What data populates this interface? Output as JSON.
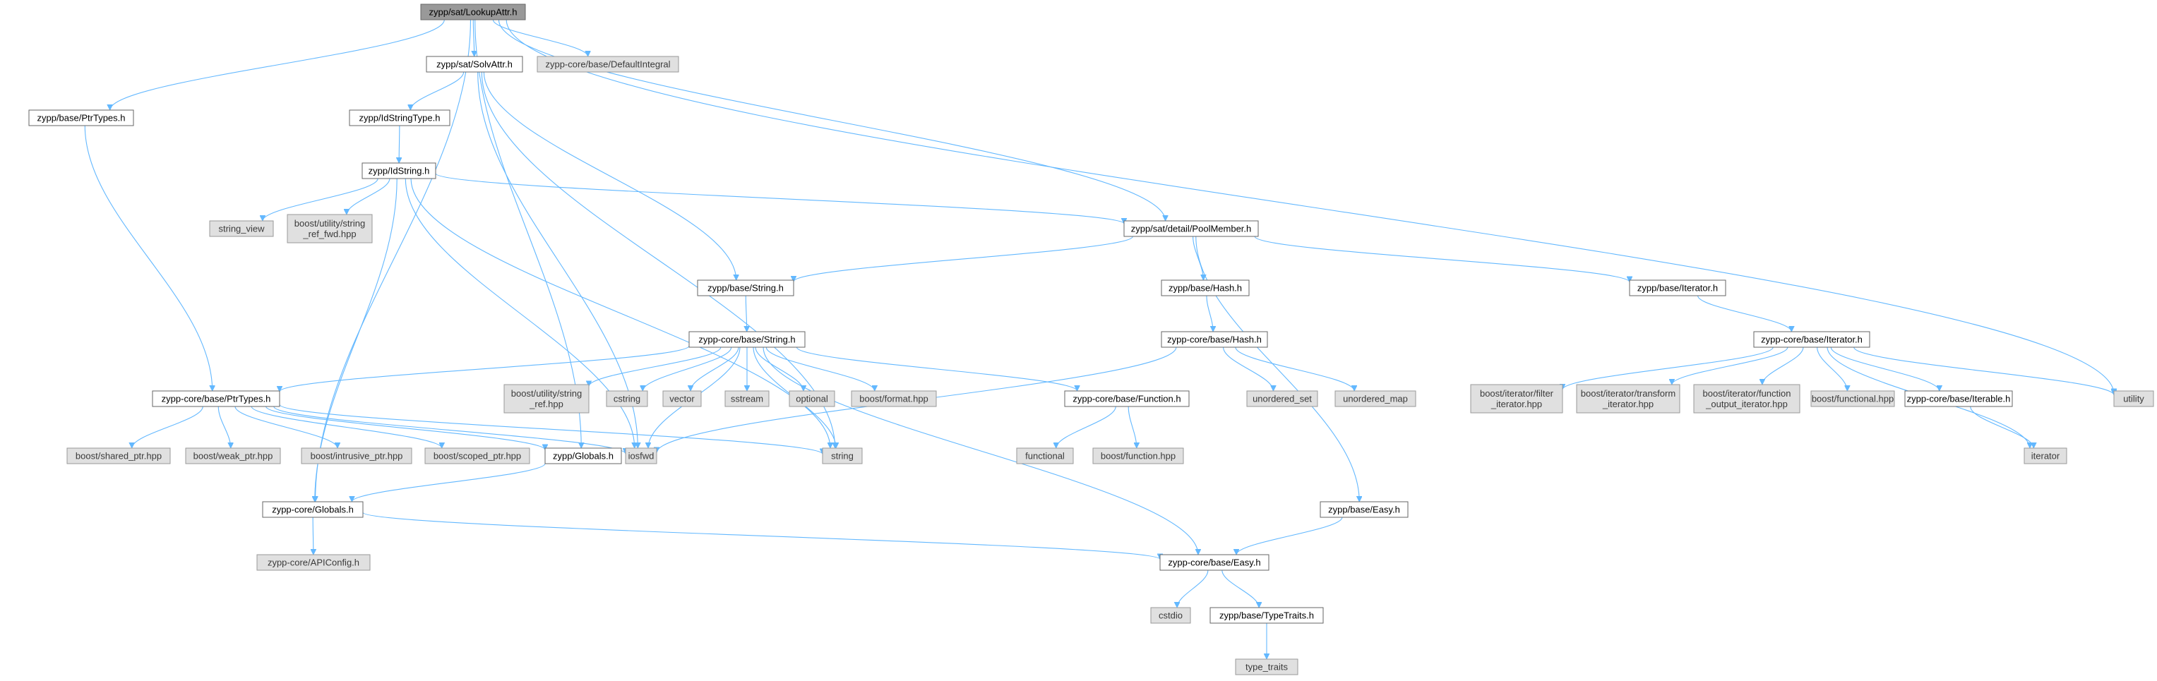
{
  "diagram": {
    "title": "",
    "colors": {
      "edge": "#63b8ff",
      "root_fill": "#999999",
      "internal_fill": "#ffffff",
      "external_fill": "#e0e0e0",
      "border": "#666666",
      "external_border": "#999999"
    },
    "nodes": [
      {
        "id": "lookupattr",
        "kind": "root",
        "label": "zypp/sat/LookupAttr.h"
      },
      {
        "id": "solvattr",
        "kind": "internal",
        "label": "zypp/sat/SolvAttr.h"
      },
      {
        "id": "defaultintegral",
        "kind": "external",
        "label": "zypp-core/base/DefaultIntegral"
      },
      {
        "id": "base_ptrtypes",
        "kind": "internal",
        "label": "zypp/base/PtrTypes.h"
      },
      {
        "id": "idstringtype",
        "kind": "internal",
        "label": "zypp/IdStringType.h"
      },
      {
        "id": "idstring",
        "kind": "internal",
        "label": "zypp/IdString.h"
      },
      {
        "id": "string_view",
        "kind": "external",
        "label": "string_view"
      },
      {
        "id": "string_ref_fwd",
        "kind": "external",
        "label": [
          "boost/utility/string",
          "_ref_fwd.hpp"
        ]
      },
      {
        "id": "poolmember",
        "kind": "internal",
        "label": "zypp/sat/detail/PoolMember.h"
      },
      {
        "id": "base_string",
        "kind": "internal",
        "label": "zypp/base/String.h"
      },
      {
        "id": "base_hash",
        "kind": "internal",
        "label": "zypp/base/Hash.h"
      },
      {
        "id": "base_iterator",
        "kind": "internal",
        "label": "zypp/base/Iterator.h"
      },
      {
        "id": "core_string",
        "kind": "internal",
        "label": "zypp-core/base/String.h"
      },
      {
        "id": "core_hash",
        "kind": "internal",
        "label": "zypp-core/base/Hash.h"
      },
      {
        "id": "core_iterator",
        "kind": "internal",
        "label": "zypp-core/base/Iterator.h"
      },
      {
        "id": "core_ptrtypes",
        "kind": "internal",
        "label": "zypp-core/base/PtrTypes.h"
      },
      {
        "id": "string_ref",
        "kind": "external",
        "label": [
          "boost/utility/string",
          "_ref.hpp"
        ]
      },
      {
        "id": "cstring",
        "kind": "external",
        "label": "cstring"
      },
      {
        "id": "vector",
        "kind": "external",
        "label": "vector"
      },
      {
        "id": "sstream",
        "kind": "external",
        "label": "sstream"
      },
      {
        "id": "optional",
        "kind": "external",
        "label": "optional"
      },
      {
        "id": "boost_format",
        "kind": "external",
        "label": "boost/format.hpp"
      },
      {
        "id": "core_function",
        "kind": "internal",
        "label": "zypp-core/base/Function.h"
      },
      {
        "id": "unordered_set",
        "kind": "external",
        "label": "unordered_set"
      },
      {
        "id": "unordered_map",
        "kind": "external",
        "label": "unordered_map"
      },
      {
        "id": "filter_iterator",
        "kind": "external",
        "label": [
          "boost/iterator/filter",
          "_iterator.hpp"
        ]
      },
      {
        "id": "transform_iterator",
        "kind": "external",
        "label": [
          "boost/iterator/transform",
          "_iterator.hpp"
        ]
      },
      {
        "id": "function_output_iterator",
        "kind": "external",
        "label": [
          "boost/iterator/function",
          "_output_iterator.hpp"
        ]
      },
      {
        "id": "boost_functional",
        "kind": "external",
        "label": "boost/functional.hpp"
      },
      {
        "id": "core_iterable",
        "kind": "internal",
        "label": "zypp-core/base/Iterable.h"
      },
      {
        "id": "utility",
        "kind": "external",
        "label": "utility"
      },
      {
        "id": "shared_ptr",
        "kind": "external",
        "label": "boost/shared_ptr.hpp"
      },
      {
        "id": "weak_ptr",
        "kind": "external",
        "label": "boost/weak_ptr.hpp"
      },
      {
        "id": "intrusive_ptr",
        "kind": "external",
        "label": "boost/intrusive_ptr.hpp"
      },
      {
        "id": "scoped_ptr",
        "kind": "external",
        "label": "boost/scoped_ptr.hpp"
      },
      {
        "id": "zypp_globals",
        "kind": "internal",
        "label": "zypp/Globals.h"
      },
      {
        "id": "iosfwd",
        "kind": "external",
        "label": "iosfwd"
      },
      {
        "id": "string",
        "kind": "external",
        "label": "string"
      },
      {
        "id": "functional",
        "kind": "external",
        "label": "functional"
      },
      {
        "id": "boost_function",
        "kind": "external",
        "label": "boost/function.hpp"
      },
      {
        "id": "iterator",
        "kind": "external",
        "label": "iterator"
      },
      {
        "id": "core_globals",
        "kind": "internal",
        "label": "zypp-core/Globals.h"
      },
      {
        "id": "base_easy",
        "kind": "internal",
        "label": "zypp/base/Easy.h"
      },
      {
        "id": "apiconfig",
        "kind": "external",
        "label": "zypp-core/APIConfig.h"
      },
      {
        "id": "core_easy",
        "kind": "internal",
        "label": "zypp-core/base/Easy.h"
      },
      {
        "id": "cstdio",
        "kind": "external",
        "label": "cstdio"
      },
      {
        "id": "typetraits",
        "kind": "internal",
        "label": "zypp/base/TypeTraits.h"
      },
      {
        "id": "type_traits",
        "kind": "external",
        "label": "type_traits"
      }
    ],
    "edges": [
      [
        "lookupattr",
        "solvattr"
      ],
      [
        "lookupattr",
        "defaultintegral"
      ],
      [
        "lookupattr",
        "base_ptrtypes"
      ],
      [
        "lookupattr",
        "poolmember"
      ],
      [
        "lookupattr",
        "utility"
      ],
      [
        "lookupattr",
        "core_globals"
      ],
      [
        "lookupattr",
        "zypp_globals"
      ],
      [
        "solvattr",
        "idstringtype"
      ],
      [
        "solvattr",
        "base_string"
      ],
      [
        "solvattr",
        "string"
      ],
      [
        "solvattr",
        "iosfwd"
      ],
      [
        "idstringtype",
        "idstring"
      ],
      [
        "idstring",
        "string_view"
      ],
      [
        "idstring",
        "string_ref_fwd"
      ],
      [
        "idstring",
        "poolmember"
      ],
      [
        "idstring",
        "core_globals"
      ],
      [
        "idstring",
        "iosfwd"
      ],
      [
        "idstring",
        "string"
      ],
      [
        "base_ptrtypes",
        "core_ptrtypes"
      ],
      [
        "poolmember",
        "base_string"
      ],
      [
        "poolmember",
        "base_hash"
      ],
      [
        "poolmember",
        "base_iterator"
      ],
      [
        "poolmember",
        "base_easy"
      ],
      [
        "base_string",
        "core_string"
      ],
      [
        "base_hash",
        "core_hash"
      ],
      [
        "base_iterator",
        "core_iterator"
      ],
      [
        "core_string",
        "core_ptrtypes"
      ],
      [
        "core_string",
        "string_ref"
      ],
      [
        "core_string",
        "cstring"
      ],
      [
        "core_string",
        "vector"
      ],
      [
        "core_string",
        "sstream"
      ],
      [
        "core_string",
        "optional"
      ],
      [
        "core_string",
        "boost_format"
      ],
      [
        "core_string",
        "core_function"
      ],
      [
        "core_string",
        "string"
      ],
      [
        "core_string",
        "iosfwd"
      ],
      [
        "core_string",
        "core_easy"
      ],
      [
        "core_hash",
        "unordered_set"
      ],
      [
        "core_hash",
        "unordered_map"
      ],
      [
        "core_hash",
        "iosfwd"
      ],
      [
        "core_iterator",
        "filter_iterator"
      ],
      [
        "core_iterator",
        "transform_iterator"
      ],
      [
        "core_iterator",
        "function_output_iterator"
      ],
      [
        "core_iterator",
        "boost_functional"
      ],
      [
        "core_iterator",
        "core_iterable"
      ],
      [
        "core_iterator",
        "utility"
      ],
      [
        "core_iterator",
        "iterator"
      ],
      [
        "core_ptrtypes",
        "shared_ptr"
      ],
      [
        "core_ptrtypes",
        "weak_ptr"
      ],
      [
        "core_ptrtypes",
        "intrusive_ptr"
      ],
      [
        "core_ptrtypes",
        "scoped_ptr"
      ],
      [
        "core_ptrtypes",
        "zypp_globals"
      ],
      [
        "core_ptrtypes",
        "iosfwd"
      ],
      [
        "core_ptrtypes",
        "string"
      ],
      [
        "core_function",
        "functional"
      ],
      [
        "core_function",
        "boost_function"
      ],
      [
        "core_iterable",
        "iterator"
      ],
      [
        "zypp_globals",
        "core_globals"
      ],
      [
        "core_globals",
        "apiconfig"
      ],
      [
        "core_globals",
        "core_easy"
      ],
      [
        "base_easy",
        "core_easy"
      ],
      [
        "core_easy",
        "cstdio"
      ],
      [
        "core_easy",
        "typetraits"
      ],
      [
        "typetraits",
        "type_traits"
      ]
    ]
  }
}
